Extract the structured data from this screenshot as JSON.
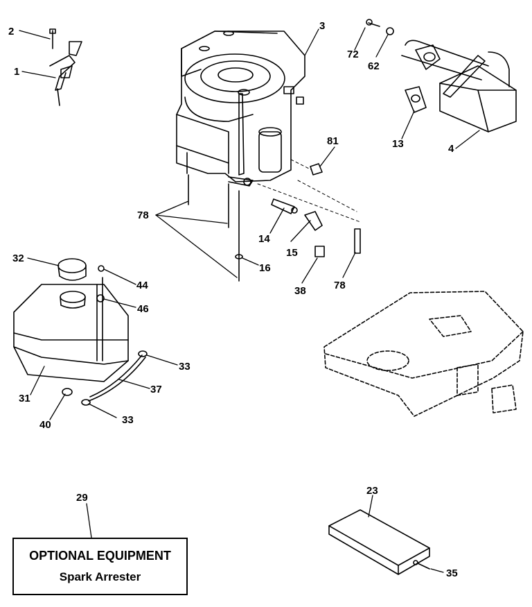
{
  "labels": {
    "p1": "1",
    "p2": "2",
    "p3": "3",
    "p4": "4",
    "p13": "13",
    "p14": "14",
    "p15": "15",
    "p16": "16",
    "p23": "23",
    "p29": "29",
    "p31": "31",
    "p32": "32",
    "p33a": "33",
    "p33b": "33",
    "p35": "35",
    "p37": "37",
    "p38": "38",
    "p40": "40",
    "p44": "44",
    "p46": "46",
    "p62": "62",
    "p72": "72",
    "p78a": "78",
    "p78b": "78",
    "p81": "81"
  },
  "box": {
    "line1": "OPTIONAL EQUIPMENT",
    "line2": "Spark Arrester"
  }
}
